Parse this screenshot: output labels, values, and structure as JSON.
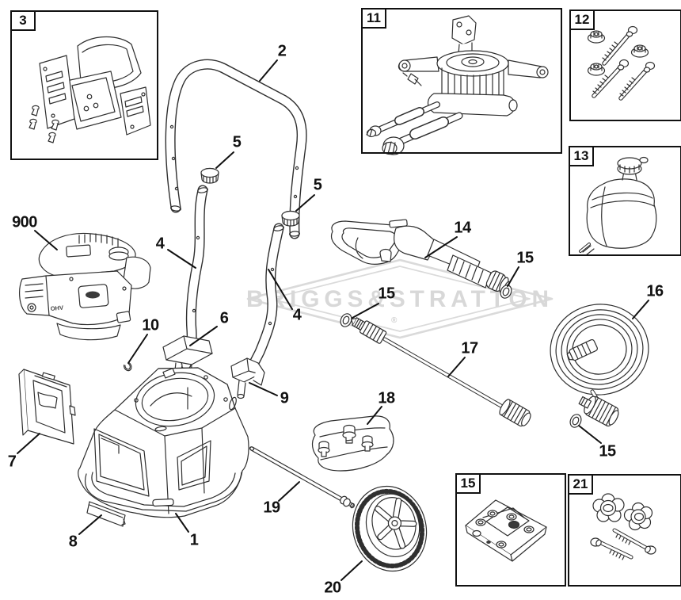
{
  "watermark": {
    "brand": "BRIGGS&STRATTON",
    "registered_mark": "®"
  },
  "engine_badge": "OHV",
  "colors": {
    "line": "#2f2f2f",
    "watermark": "#d8d8d8",
    "background": "#ffffff"
  },
  "boxes": [
    {
      "label": "3",
      "part": "handle-console-kit"
    },
    {
      "label": "11",
      "part": "pump-assembly"
    },
    {
      "label": "12",
      "part": "pump-mounting-hardware"
    },
    {
      "label": "13",
      "part": "detergent-tank"
    },
    {
      "label": "15",
      "part": "nozzle-plate-kit"
    },
    {
      "label": "21",
      "part": "handle-knob-and-bolt-kit"
    }
  ],
  "callouts": [
    {
      "label": "2",
      "part": "upper-handle-bar"
    },
    {
      "label": "5",
      "part": "handle-grip-cap-left"
    },
    {
      "label": "5",
      "part": "handle-grip-cap-right"
    },
    {
      "label": "900",
      "part": "engine"
    },
    {
      "label": "4",
      "part": "lower-handle-tube-left"
    },
    {
      "label": "4",
      "part": "lower-handle-tube-right"
    },
    {
      "label": "14",
      "part": "spray-gun"
    },
    {
      "label": "15",
      "part": "o-ring-spray-gun"
    },
    {
      "label": "15",
      "part": "o-ring-spray-wand"
    },
    {
      "label": "16",
      "part": "high-pressure-hose"
    },
    {
      "label": "10",
      "part": "retaining-clip"
    },
    {
      "label": "6",
      "part": "handle-mount-bracket-left"
    },
    {
      "label": "17",
      "part": "spray-wand"
    },
    {
      "label": "9",
      "part": "handle-mount-bracket-right"
    },
    {
      "label": "18",
      "part": "fittings-kit-bag"
    },
    {
      "label": "15",
      "part": "o-ring-hose"
    },
    {
      "label": "7",
      "part": "support-frame"
    },
    {
      "label": "19",
      "part": "axle-rod"
    },
    {
      "label": "8",
      "part": "foot-pad"
    },
    {
      "label": "1",
      "part": "base-unit"
    },
    {
      "label": "20",
      "part": "wheel"
    }
  ]
}
